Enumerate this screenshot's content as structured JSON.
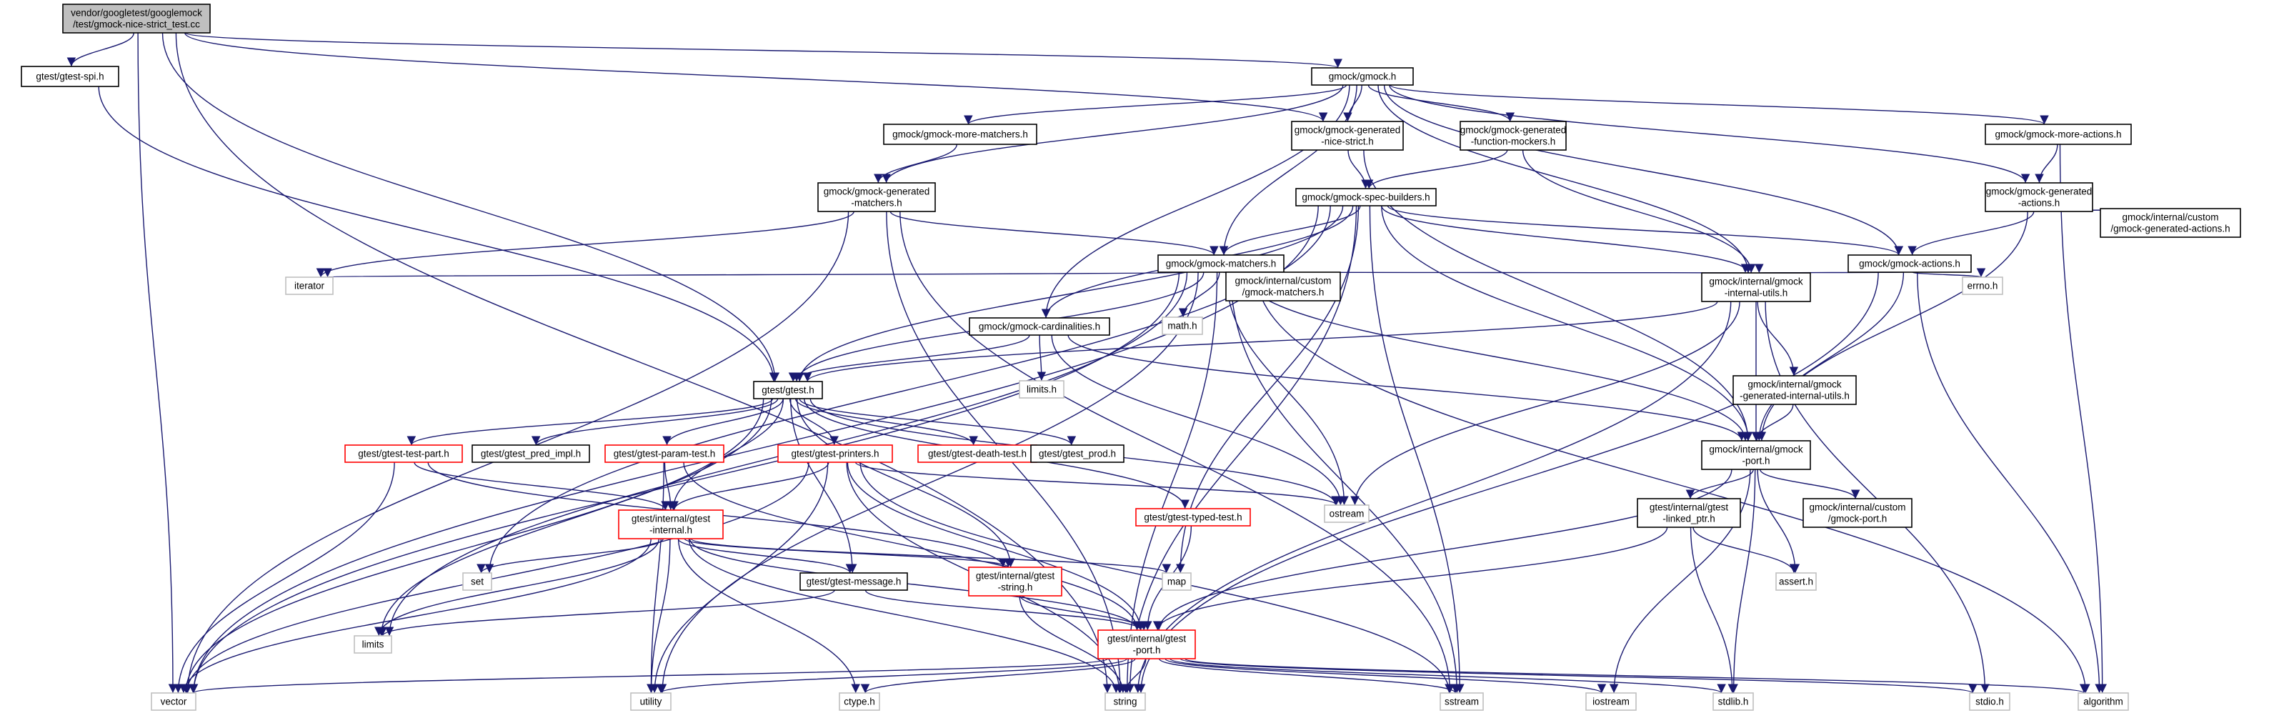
{
  "colors": {
    "background": "#ffffff",
    "edge": "#191970",
    "node_text": "#000000",
    "border_normal": "#000000",
    "border_missing": "#bfbfbf",
    "border_truncated": "#ff0000",
    "root_fill": "#bfbfbf",
    "node_fill": "#ffffff"
  },
  "nodes": [
    {
      "id": "root",
      "kind": "root",
      "lines": [
        "vendor/googletest/googlemock",
        "/test/gmock-nice-strict_test.cc"
      ]
    },
    {
      "id": "gtest_spi",
      "kind": "normal",
      "lines": [
        "gtest/gtest-spi.h"
      ]
    },
    {
      "id": "gmock_h",
      "kind": "normal",
      "lines": [
        "gmock/gmock.h"
      ]
    },
    {
      "id": "more_matchers",
      "kind": "normal",
      "lines": [
        "gmock/gmock-more-matchers.h"
      ]
    },
    {
      "id": "gen_nice_strict",
      "kind": "normal",
      "lines": [
        "gmock/gmock-generated",
        "-nice-strict.h"
      ]
    },
    {
      "id": "gen_func_mockers",
      "kind": "normal",
      "lines": [
        "gmock/gmock-generated",
        "-function-mockers.h"
      ]
    },
    {
      "id": "more_actions",
      "kind": "normal",
      "lines": [
        "gmock/gmock-more-actions.h"
      ]
    },
    {
      "id": "gen_matchers",
      "kind": "normal",
      "lines": [
        "gmock/gmock-generated",
        "-matchers.h"
      ]
    },
    {
      "id": "spec_builders",
      "kind": "normal",
      "lines": [
        "gmock/gmock-spec-builders.h"
      ]
    },
    {
      "id": "gen_actions",
      "kind": "normal",
      "lines": [
        "gmock/gmock-generated",
        "-actions.h"
      ]
    },
    {
      "id": "custom_gen_actions",
      "kind": "normal",
      "lines": [
        "gmock/internal/custom",
        "/gmock-generated-actions.h"
      ]
    },
    {
      "id": "matchers",
      "kind": "normal",
      "lines": [
        "gmock/gmock-matchers.h"
      ]
    },
    {
      "id": "actions",
      "kind": "normal",
      "lines": [
        "gmock/gmock-actions.h"
      ]
    },
    {
      "id": "iterator",
      "kind": "missing",
      "lines": [
        "iterator"
      ]
    },
    {
      "id": "math",
      "kind": "missing",
      "lines": [
        "math.h"
      ]
    },
    {
      "id": "custom_matchers",
      "kind": "normal",
      "lines": [
        "gmock/internal/custom",
        "/gmock-matchers.h"
      ]
    },
    {
      "id": "internal_utils",
      "kind": "normal",
      "lines": [
        "gmock/internal/gmock",
        "-internal-utils.h"
      ]
    },
    {
      "id": "errno",
      "kind": "missing",
      "lines": [
        "errno.h"
      ]
    },
    {
      "id": "cardinalities",
      "kind": "normal",
      "lines": [
        "gmock/gmock-cardinalities.h"
      ]
    },
    {
      "id": "limits_h",
      "kind": "missing",
      "lines": [
        "limits.h"
      ]
    },
    {
      "id": "gen_internal_utils",
      "kind": "normal",
      "lines": [
        "gmock/internal/gmock",
        "-generated-internal-utils.h"
      ]
    },
    {
      "id": "gtest_h",
      "kind": "normal",
      "lines": [
        "gtest/gtest.h"
      ]
    },
    {
      "id": "test_part",
      "kind": "truncated",
      "lines": [
        "gtest/gtest-test-part.h"
      ]
    },
    {
      "id": "pred_impl",
      "kind": "normal",
      "lines": [
        "gtest/gtest_pred_impl.h"
      ]
    },
    {
      "id": "param_test",
      "kind": "truncated",
      "lines": [
        "gtest/gtest-param-test.h"
      ]
    },
    {
      "id": "printers",
      "kind": "truncated",
      "lines": [
        "gtest/gtest-printers.h"
      ]
    },
    {
      "id": "death_test",
      "kind": "truncated",
      "lines": [
        "gtest/gtest-death-test.h"
      ]
    },
    {
      "id": "gtest_prod",
      "kind": "normal",
      "lines": [
        "gtest/gtest_prod.h"
      ]
    },
    {
      "id": "gmock_port",
      "kind": "normal",
      "lines": [
        "gmock/internal/gmock",
        "-port.h"
      ]
    },
    {
      "id": "typed_test",
      "kind": "truncated",
      "lines": [
        "gtest/gtest-typed-test.h"
      ]
    },
    {
      "id": "ostream",
      "kind": "missing",
      "lines": [
        "ostream"
      ]
    },
    {
      "id": "linked_ptr",
      "kind": "normal",
      "lines": [
        "gtest/internal/gtest",
        "-linked_ptr.h"
      ]
    },
    {
      "id": "custom_port",
      "kind": "normal",
      "lines": [
        "gmock/internal/custom",
        "/gmock-port.h"
      ]
    },
    {
      "id": "gtest_internal",
      "kind": "truncated",
      "lines": [
        "gtest/internal/gtest",
        "-internal.h"
      ]
    },
    {
      "id": "set",
      "kind": "missing",
      "lines": [
        "set"
      ]
    },
    {
      "id": "map",
      "kind": "missing",
      "lines": [
        "map"
      ]
    },
    {
      "id": "gtest_string",
      "kind": "truncated",
      "lines": [
        "gtest/internal/gtest",
        "-string.h"
      ]
    },
    {
      "id": "message",
      "kind": "normal",
      "lines": [
        "gtest/gtest-message.h"
      ]
    },
    {
      "id": "assert",
      "kind": "missing",
      "lines": [
        "assert.h"
      ]
    },
    {
      "id": "limits",
      "kind": "missing",
      "lines": [
        "limits"
      ]
    },
    {
      "id": "gtest_port",
      "kind": "truncated",
      "lines": [
        "gtest/internal/gtest",
        "-port.h"
      ]
    },
    {
      "id": "vector",
      "kind": "missing",
      "lines": [
        "vector"
      ]
    },
    {
      "id": "utility",
      "kind": "missing",
      "lines": [
        "utility"
      ]
    },
    {
      "id": "ctype",
      "kind": "missing",
      "lines": [
        "ctype.h"
      ]
    },
    {
      "id": "string",
      "kind": "missing",
      "lines": [
        "string"
      ]
    },
    {
      "id": "sstream",
      "kind": "missing",
      "lines": [
        "sstream"
      ]
    },
    {
      "id": "iostream",
      "kind": "missing",
      "lines": [
        "iostream"
      ]
    },
    {
      "id": "stdlib",
      "kind": "missing",
      "lines": [
        "stdlib.h"
      ]
    },
    {
      "id": "stdio",
      "kind": "missing",
      "lines": [
        "stdio.h"
      ]
    },
    {
      "id": "algorithm",
      "kind": "missing",
      "lines": [
        "algorithm"
      ]
    }
  ],
  "edges": [
    [
      "root",
      "gtest_spi"
    ],
    [
      "root",
      "gmock_h"
    ],
    [
      "root",
      "vector"
    ],
    [
      "root",
      "string"
    ],
    [
      "root",
      "gtest_h"
    ],
    [
      "root",
      "gen_nice_strict"
    ],
    [
      "gtest_spi",
      "gtest_h"
    ],
    [
      "gmock_h",
      "more_matchers"
    ],
    [
      "gmock_h",
      "gen_nice_strict"
    ],
    [
      "gmock_h",
      "gen_func_mockers"
    ],
    [
      "gmock_h",
      "more_actions"
    ],
    [
      "gmock_h",
      "gen_matchers"
    ],
    [
      "gmock_h",
      "matchers"
    ],
    [
      "gmock_h",
      "actions"
    ],
    [
      "gmock_h",
      "cardinalities"
    ],
    [
      "gmock_h",
      "internal_utils"
    ],
    [
      "gmock_h",
      "gen_actions"
    ],
    [
      "more_matchers",
      "gen_matchers"
    ],
    [
      "gen_nice_strict",
      "spec_builders"
    ],
    [
      "gen_nice_strict",
      "gmock_port"
    ],
    [
      "gen_func_mockers",
      "spec_builders"
    ],
    [
      "gen_func_mockers",
      "internal_utils"
    ],
    [
      "more_actions",
      "gen_actions"
    ],
    [
      "more_actions",
      "algorithm"
    ],
    [
      "gen_matchers",
      "matchers"
    ],
    [
      "gen_matchers",
      "iterator"
    ],
    [
      "gen_matchers",
      "vector"
    ],
    [
      "gen_matchers",
      "sstream"
    ],
    [
      "gen_matchers",
      "string"
    ],
    [
      "spec_builders",
      "matchers"
    ],
    [
      "spec_builders",
      "actions"
    ],
    [
      "spec_builders",
      "cardinalities"
    ],
    [
      "spec_builders",
      "internal_utils"
    ],
    [
      "spec_builders",
      "gmock_port"
    ],
    [
      "spec_builders",
      "gtest_h"
    ],
    [
      "spec_builders",
      "set"
    ],
    [
      "spec_builders",
      "map"
    ],
    [
      "spec_builders",
      "vector"
    ],
    [
      "spec_builders",
      "sstream"
    ],
    [
      "spec_builders",
      "string"
    ],
    [
      "gen_actions",
      "actions"
    ],
    [
      "gen_actions",
      "custom_gen_actions"
    ],
    [
      "gen_actions",
      "gmock_port"
    ],
    [
      "matchers",
      "gtest_h"
    ],
    [
      "matchers",
      "internal_utils"
    ],
    [
      "matchers",
      "gmock_port"
    ],
    [
      "matchers",
      "iterator"
    ],
    [
      "matchers",
      "math"
    ],
    [
      "matchers",
      "custom_matchers"
    ],
    [
      "matchers",
      "ostream"
    ],
    [
      "matchers",
      "limits"
    ],
    [
      "matchers",
      "sstream"
    ],
    [
      "matchers",
      "string"
    ],
    [
      "matchers",
      "utility"
    ],
    [
      "matchers",
      "vector"
    ],
    [
      "matchers",
      "algorithm"
    ],
    [
      "actions",
      "internal_utils"
    ],
    [
      "actions",
      "gmock_port"
    ],
    [
      "actions",
      "errno"
    ],
    [
      "actions",
      "algorithm"
    ],
    [
      "actions",
      "string"
    ],
    [
      "internal_utils",
      "gtest_h"
    ],
    [
      "internal_utils",
      "gmock_port"
    ],
    [
      "internal_utils",
      "gen_internal_utils"
    ],
    [
      "internal_utils",
      "ostream"
    ],
    [
      "internal_utils",
      "stdio"
    ],
    [
      "internal_utils",
      "string"
    ],
    [
      "cardinalities",
      "gtest_h"
    ],
    [
      "cardinalities",
      "gmock_port"
    ],
    [
      "cardinalities",
      "limits_h"
    ],
    [
      "cardinalities",
      "ostream"
    ],
    [
      "gen_internal_utils",
      "gmock_port"
    ],
    [
      "gtest_h",
      "test_part"
    ],
    [
      "gtest_h",
      "pred_impl"
    ],
    [
      "gtest_h",
      "param_test"
    ],
    [
      "gtest_h",
      "printers"
    ],
    [
      "gtest_h",
      "death_test"
    ],
    [
      "gtest_h",
      "gtest_prod"
    ],
    [
      "gtest_h",
      "typed_test"
    ],
    [
      "gtest_h",
      "gtest_internal"
    ],
    [
      "gtest_h",
      "gtest_string"
    ],
    [
      "gtest_h",
      "message"
    ],
    [
      "gtest_h",
      "ostream"
    ],
    [
      "gtest_h",
      "limits"
    ],
    [
      "gtest_h",
      "vector"
    ],
    [
      "test_part",
      "gtest_internal"
    ],
    [
      "test_part",
      "gtest_string"
    ],
    [
      "test_part",
      "vector"
    ],
    [
      "param_test",
      "gtest_internal"
    ],
    [
      "param_test",
      "gtest_port"
    ],
    [
      "param_test",
      "utility"
    ],
    [
      "printers",
      "gtest_internal"
    ],
    [
      "printers",
      "gtest_port"
    ],
    [
      "printers",
      "ostream"
    ],
    [
      "printers",
      "sstream"
    ],
    [
      "printers",
      "string"
    ],
    [
      "printers",
      "utility"
    ],
    [
      "printers",
      "vector"
    ],
    [
      "gmock_port",
      "gtest_port"
    ],
    [
      "gmock_port",
      "linked_ptr"
    ],
    [
      "gmock_port",
      "custom_port"
    ],
    [
      "gmock_port",
      "assert"
    ],
    [
      "gmock_port",
      "iostream"
    ],
    [
      "gmock_port",
      "stdlib"
    ],
    [
      "typed_test",
      "gtest_port"
    ],
    [
      "linked_ptr",
      "gtest_port"
    ],
    [
      "linked_ptr",
      "assert"
    ],
    [
      "linked_ptr",
      "stdlib"
    ],
    [
      "gtest_internal",
      "gtest_port"
    ],
    [
      "gtest_internal",
      "gtest_string"
    ],
    [
      "gtest_internal",
      "message"
    ],
    [
      "gtest_internal",
      "set"
    ],
    [
      "gtest_internal",
      "map"
    ],
    [
      "gtest_internal",
      "limits"
    ],
    [
      "gtest_internal",
      "vector"
    ],
    [
      "gtest_internal",
      "ctype"
    ],
    [
      "gtest_internal",
      "string"
    ],
    [
      "gtest_internal",
      "utility"
    ],
    [
      "gtest_string",
      "gtest_port"
    ],
    [
      "gtest_string",
      "string"
    ],
    [
      "message",
      "gtest_port"
    ],
    [
      "message",
      "limits"
    ],
    [
      "gtest_port",
      "vector"
    ],
    [
      "gtest_port",
      "utility"
    ],
    [
      "gtest_port",
      "ctype"
    ],
    [
      "gtest_port",
      "string"
    ],
    [
      "gtest_port",
      "sstream"
    ],
    [
      "gtest_port",
      "iostream"
    ],
    [
      "gtest_port",
      "stdlib"
    ],
    [
      "gtest_port",
      "stdio"
    ],
    [
      "gtest_port",
      "algorithm"
    ]
  ]
}
